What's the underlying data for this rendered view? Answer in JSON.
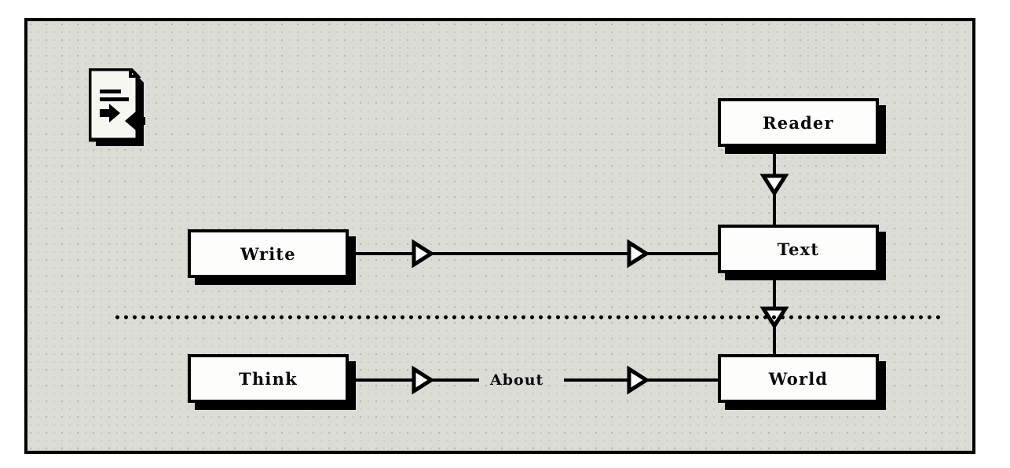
{
  "canvas": {
    "background_color": "#dcdcd6",
    "border_color": "#000000",
    "dot_color": "#b9b9b2"
  },
  "doc_icon": {
    "name": "document-with-arrows-icon",
    "alt": "Document"
  },
  "diagram": {
    "type": "block-diagram",
    "nodes": [
      {
        "id": "reader",
        "label": "Reader"
      },
      {
        "id": "text",
        "label": "Text"
      },
      {
        "id": "world",
        "label": "World"
      },
      {
        "id": "write",
        "label": "Write"
      },
      {
        "id": "think",
        "label": "Think"
      }
    ],
    "edges": [
      {
        "from": "reader",
        "to": "text",
        "label": "",
        "arrowhead": "hollow-triangle",
        "direction": "down"
      },
      {
        "from": "text",
        "to": "world",
        "label": "",
        "arrowhead": "hollow-triangle",
        "direction": "down"
      },
      {
        "from": "write",
        "to": "text",
        "label": "",
        "arrowhead": "hollow-triangle",
        "direction": "right"
      },
      {
        "from": "think",
        "to": "world",
        "label": "About",
        "arrowhead": "hollow-triangle",
        "direction": "right"
      }
    ],
    "edge_labels": {
      "about": "About"
    },
    "divider": {
      "style": "dotted",
      "orientation": "horizontal"
    }
  }
}
